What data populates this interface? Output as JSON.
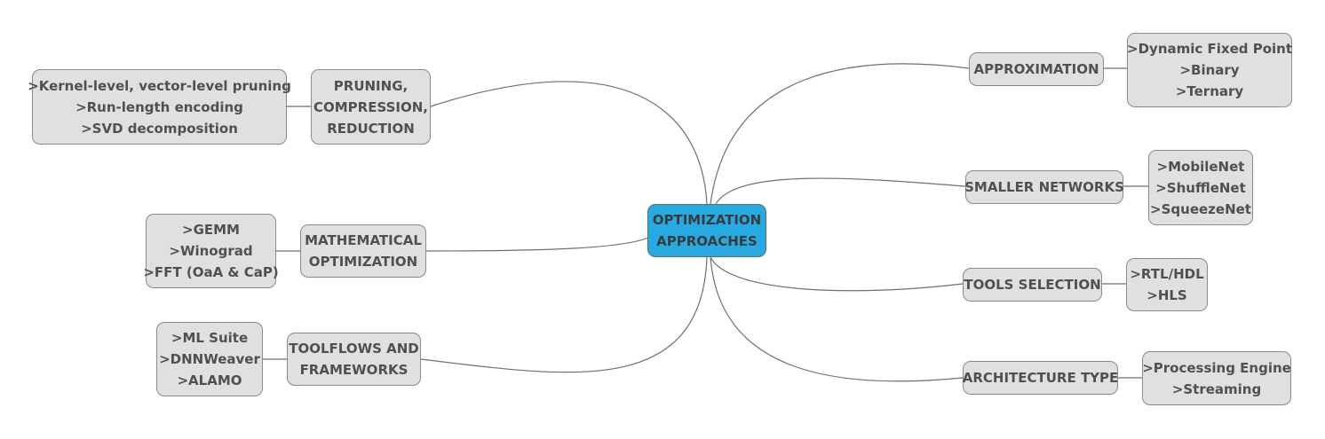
{
  "center": {
    "lines": [
      "OPTIMIZATION",
      "APPROACHES"
    ]
  },
  "branches": {
    "pruning": {
      "label": [
        "PRUNING,",
        "COMPRESSION,",
        "REDUCTION"
      ],
      "items": [
        ">Kernel-level, vector-level pruning",
        ">Run-length encoding",
        ">SVD decomposition"
      ]
    },
    "math": {
      "label": [
        "MATHEMATICAL",
        "OPTIMIZATION"
      ],
      "items": [
        ">GEMM",
        ">Winograd",
        ">FFT (OaA & CaP)"
      ]
    },
    "toolflows": {
      "label": [
        "TOOLFLOWS AND",
        "FRAMEWORKS"
      ],
      "items": [
        ">ML Suite",
        ">DNNWeaver",
        ">ALAMO"
      ]
    },
    "approx": {
      "label": [
        "APPROXIMATION"
      ],
      "items": [
        ">Dynamic Fixed Point",
        ">Binary",
        ">Ternary"
      ]
    },
    "smaller": {
      "label": [
        "SMALLER NETWORKS"
      ],
      "items": [
        ">MobileNet",
        ">ShuffleNet",
        ">SqueezeNet"
      ]
    },
    "tools": {
      "label": [
        "TOOLS SELECTION"
      ],
      "items": [
        ">RTL/HDL",
        ">HLS"
      ]
    },
    "arch": {
      "label": [
        "ARCHITECTURE TYPE"
      ],
      "items": [
        ">Processing Engine",
        ">Streaming"
      ]
    }
  }
}
